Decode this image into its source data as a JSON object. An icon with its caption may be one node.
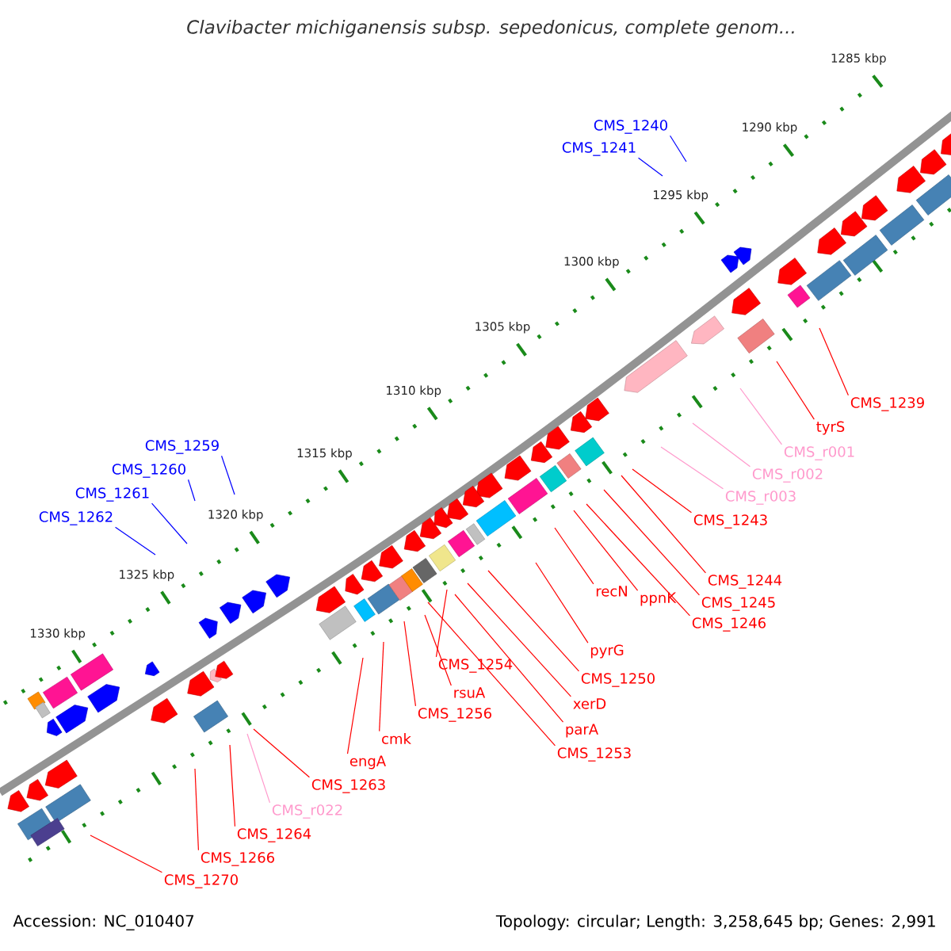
{
  "diagram": {
    "title": "Clavibacter michiganensis subsp. sepedonicus, complete genom...",
    "nodes": [
      {
        "text": [
          "CMS_1240"
        ]
      },
      {
        "text": [
          "CMS_1241"
        ]
      },
      {
        "text": [
          "CMS_1239"
        ]
      },
      {
        "text": [
          "tyrS"
        ]
      },
      {
        "text": [
          "CMS_r001"
        ]
      },
      {
        "text": [
          "CMS_r002"
        ]
      },
      {
        "text": [
          "CMS_r003"
        ]
      },
      {
        "text": [
          "CMS_1259"
        ]
      },
      {
        "text": [
          "CMS_1260"
        ]
      },
      {
        "text": [
          "CMS_1261"
        ]
      },
      {
        "text": [
          "CMS_1262"
        ]
      },
      {
        "text": [
          "CMS_1243"
        ]
      },
      {
        "text": [
          "CMS_1244"
        ]
      },
      {
        "text": [
          "recN"
        ]
      },
      {
        "text": [
          "ppnK"
        ]
      },
      {
        "text": [
          "CMS_1245"
        ]
      },
      {
        "text": [
          "CMS_1246"
        ]
      },
      {
        "text": [
          "pyrG"
        ]
      },
      {
        "text": [
          "CMS_1254"
        ]
      },
      {
        "text": [
          "CMS_1250"
        ]
      },
      {
        "text": [
          "rsuA"
        ]
      },
      {
        "text": [
          "xerD"
        ]
      },
      {
        "text": [
          "CMS_1256"
        ]
      },
      {
        "text": [
          "parA"
        ]
      },
      {
        "text": [
          "cmk"
        ]
      },
      {
        "text": [
          "CMS_1253"
        ]
      },
      {
        "text": [
          "engA"
        ]
      },
      {
        "text": [
          "CMS_1263"
        ]
      },
      {
        "text": [
          "CMS_r022"
        ]
      },
      {
        "text": [
          "CMS_1264"
        ]
      },
      {
        "text": [
          "CMS_1266"
        ]
      },
      {
        "text": [
          "CMS_1270"
        ]
      }
    ],
    "edges": [
      {
        "from": 0,
        "to": null,
        "arrow": "none",
        "color": "#0000ff"
      },
      {
        "from": 1,
        "to": null,
        "arrow": "none",
        "color": "#0000ff"
      },
      {
        "from": 2,
        "to": null,
        "arrow": "none"
      },
      {
        "from": 3,
        "to": null,
        "arrow": "none"
      },
      {
        "from": 4,
        "to": null,
        "arrow": "none",
        "color": "#ff99cc"
      },
      {
        "from": 5,
        "to": null,
        "arrow": "none",
        "color": "#ff99cc"
      },
      {
        "from": 6,
        "to": null,
        "arrow": "none",
        "color": "#ff99cc"
      },
      {
        "from": 7,
        "to": null,
        "arrow": "none",
        "color": "#0000ff"
      },
      {
        "from": 8,
        "to": null,
        "arrow": "none",
        "color": "#0000ff"
      },
      {
        "from": 9,
        "to": null,
        "arrow": "none",
        "color": "#0000ff"
      },
      {
        "from": 10,
        "to": null,
        "arrow": "none",
        "color": "#0000ff"
      },
      {
        "from": 11,
        "to": null,
        "arrow": "none"
      },
      {
        "from": 12,
        "to": null,
        "arrow": "none"
      },
      {
        "from": 13,
        "to": null,
        "arrow": "none"
      },
      {
        "from": 14,
        "to": null,
        "arrow": "none"
      },
      {
        "from": 15,
        "to": null,
        "arrow": "none"
      },
      {
        "from": 16,
        "to": null,
        "arrow": "none"
      },
      {
        "from": 17,
        "to": null,
        "arrow": "none"
      },
      {
        "from": 18,
        "to": null,
        "arrow": "none"
      },
      {
        "from": 19,
        "to": null,
        "arrow": "none"
      },
      {
        "from": 20,
        "to": null,
        "arrow": "none"
      },
      {
        "from": 21,
        "to": null,
        "arrow": "none"
      },
      {
        "from": 22,
        "to": null,
        "arrow": "none"
      },
      {
        "from": 23,
        "to": null,
        "arrow": "none"
      },
      {
        "from": 24,
        "to": null,
        "arrow": "none"
      },
      {
        "from": 25,
        "to": null,
        "arrow": "none"
      },
      {
        "from": 26,
        "to": null,
        "arrow": "none"
      },
      {
        "from": 27,
        "to": null,
        "arrow": "none"
      },
      {
        "from": 28,
        "to": null,
        "arrow": "none",
        "color": "#ff99cc"
      },
      {
        "from": 29,
        "to": null,
        "arrow": "none"
      },
      {
        "from": 30,
        "to": null,
        "arrow": "none"
      },
      {
        "from": 31,
        "to": null,
        "arrow": "none"
      }
    ],
    "labels": [
      "1285 kbp",
      "1290 kbp",
      "1295 kbp",
      "1300 kbp",
      "1305 kbp",
      "1310 kbp",
      "1315 kbp",
      "1320 kbp",
      "1325 kbp",
      "1330 kbp",
      "Accession: NC_010407",
      "Topology: circular; Length: 3,258,645 bp; Genes: 2,991"
    ]
  }
}
